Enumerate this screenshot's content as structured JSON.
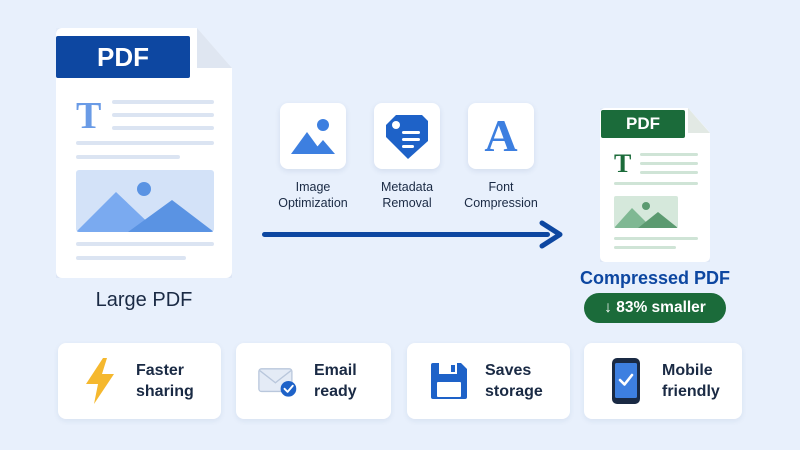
{
  "source": {
    "banner": "PDF",
    "label": "Large PDF"
  },
  "steps": [
    {
      "icon": "image-icon",
      "line1": "Image",
      "line2": "Optimization"
    },
    {
      "icon": "tag-icon",
      "line1": "Metadata",
      "line2": "Removal"
    },
    {
      "icon": "font-icon",
      "line1": "Font",
      "line2": "Compression"
    }
  ],
  "result": {
    "banner": "PDF",
    "label": "Compressed PDF",
    "badge": "↓ 83% smaller"
  },
  "benefits": [
    {
      "icon": "lightning-icon",
      "line1": "Faster",
      "line2": "sharing"
    },
    {
      "icon": "email-check-icon",
      "line1": "Email",
      "line2": "ready"
    },
    {
      "icon": "floppy-disk-icon",
      "line1": "Saves",
      "line2": "storage"
    },
    {
      "icon": "mobile-check-icon",
      "line1": "Mobile",
      "line2": "friendly"
    }
  ],
  "colors": {
    "background": "#e8f0fc",
    "primary_blue": "#0d47a1",
    "accent_blue": "#3d7fe0",
    "green": "#1b6b3a",
    "lightning": "#f5b82e"
  }
}
